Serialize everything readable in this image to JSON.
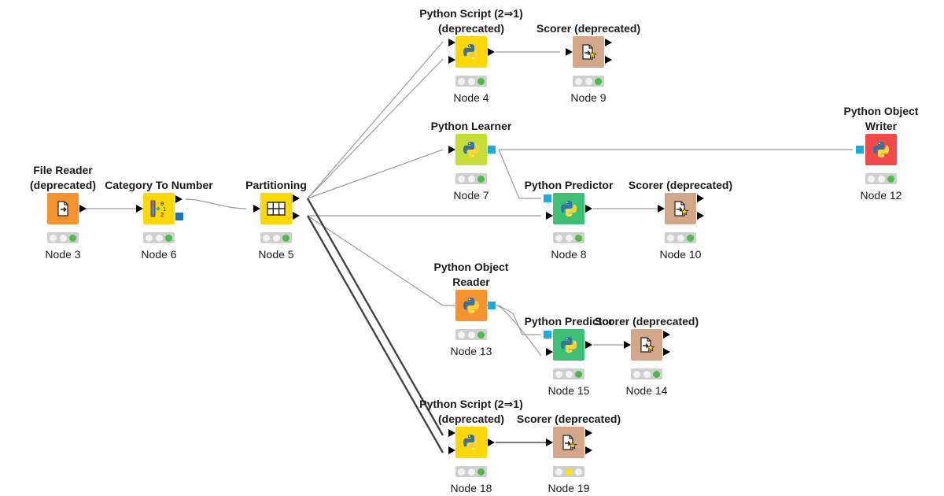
{
  "workflow": {
    "colors": {
      "source": "#F7932F",
      "manipulator": "#FFD800",
      "learner": "#C6DE37",
      "predictor": "#3EBF73",
      "sink": "#F24A4A",
      "scorer": "#D4A689",
      "port_object": "#1AADDB",
      "port_flowvar": "#1E73BE",
      "light_green": "#4CBB4A",
      "light_yellow": "#FFE600",
      "light_off": "#F2F2F2"
    },
    "nodes": [
      {
        "key": "n3",
        "title_lines": [
          "File Reader",
          "(deprecated)"
        ],
        "label": "Node 3",
        "icon": "file-reader-icon",
        "color": "source",
        "status": [
          "off",
          "off",
          "green"
        ]
      },
      {
        "key": "n6",
        "title_lines": [
          "Category To Number"
        ],
        "label": "Node 6",
        "icon": "category-to-number-icon",
        "color": "manipulator",
        "status": [
          "off",
          "off",
          "green"
        ]
      },
      {
        "key": "n5",
        "title_lines": [
          "Partitioning"
        ],
        "label": "Node 5",
        "icon": "partitioning-icon",
        "color": "manipulator",
        "status": [
          "off",
          "off",
          "green"
        ]
      },
      {
        "key": "n4",
        "title_lines": [
          "Python Script (2⇒1)",
          "(deprecated)"
        ],
        "label": "Node 4",
        "icon": "python-icon",
        "color": "manipulator",
        "status": [
          "off",
          "off",
          "green"
        ]
      },
      {
        "key": "n9",
        "title_lines": [
          "Scorer (deprecated)"
        ],
        "label": "Node 9",
        "icon": "scorer-icon",
        "color": "scorer",
        "status": [
          "off",
          "off",
          "green"
        ]
      },
      {
        "key": "n7",
        "title_lines": [
          "Python Learner"
        ],
        "label": "Node 7",
        "icon": "python-icon",
        "color": "learner",
        "status": [
          "off",
          "off",
          "green"
        ]
      },
      {
        "key": "n12",
        "title_lines": [
          "Python Object",
          "Writer"
        ],
        "label": "Node 12",
        "icon": "python-icon",
        "color": "sink",
        "status": [
          "off",
          "off",
          "green"
        ]
      },
      {
        "key": "n8",
        "title_lines": [
          "Python Predictor"
        ],
        "label": "Node 8",
        "icon": "python-icon",
        "color": "predictor",
        "status": [
          "off",
          "off",
          "green"
        ]
      },
      {
        "key": "n10",
        "title_lines": [
          "Scorer (deprecated)"
        ],
        "label": "Node 10",
        "icon": "scorer-icon",
        "color": "scorer",
        "status": [
          "off",
          "off",
          "green"
        ]
      },
      {
        "key": "n13",
        "title_lines": [
          "Python Object",
          "Reader"
        ],
        "label": "Node 13",
        "icon": "python-icon",
        "color": "source",
        "status": [
          "off",
          "off",
          "green"
        ]
      },
      {
        "key": "n15",
        "title_lines": [
          "Python Predictor"
        ],
        "label": "Node 15",
        "icon": "python-icon",
        "color": "predictor",
        "status": [
          "off",
          "off",
          "green"
        ]
      },
      {
        "key": "n14",
        "title_lines": [
          "Scorer (deprecated)"
        ],
        "label": "Node 14",
        "icon": "scorer-icon",
        "color": "scorer",
        "status": [
          "off",
          "off",
          "green"
        ]
      },
      {
        "key": "n18",
        "title_lines": [
          "Python Script (2⇒1)",
          "(deprecated)"
        ],
        "label": "Node 18",
        "icon": "python-icon",
        "color": "manipulator",
        "status": [
          "off",
          "off",
          "green"
        ]
      },
      {
        "key": "n19",
        "title_lines": [
          "Scorer (deprecated)"
        ],
        "label": "Node 19",
        "icon": "scorer-icon",
        "color": "scorer",
        "status": [
          "off",
          "yellow",
          "off"
        ]
      }
    ]
  }
}
